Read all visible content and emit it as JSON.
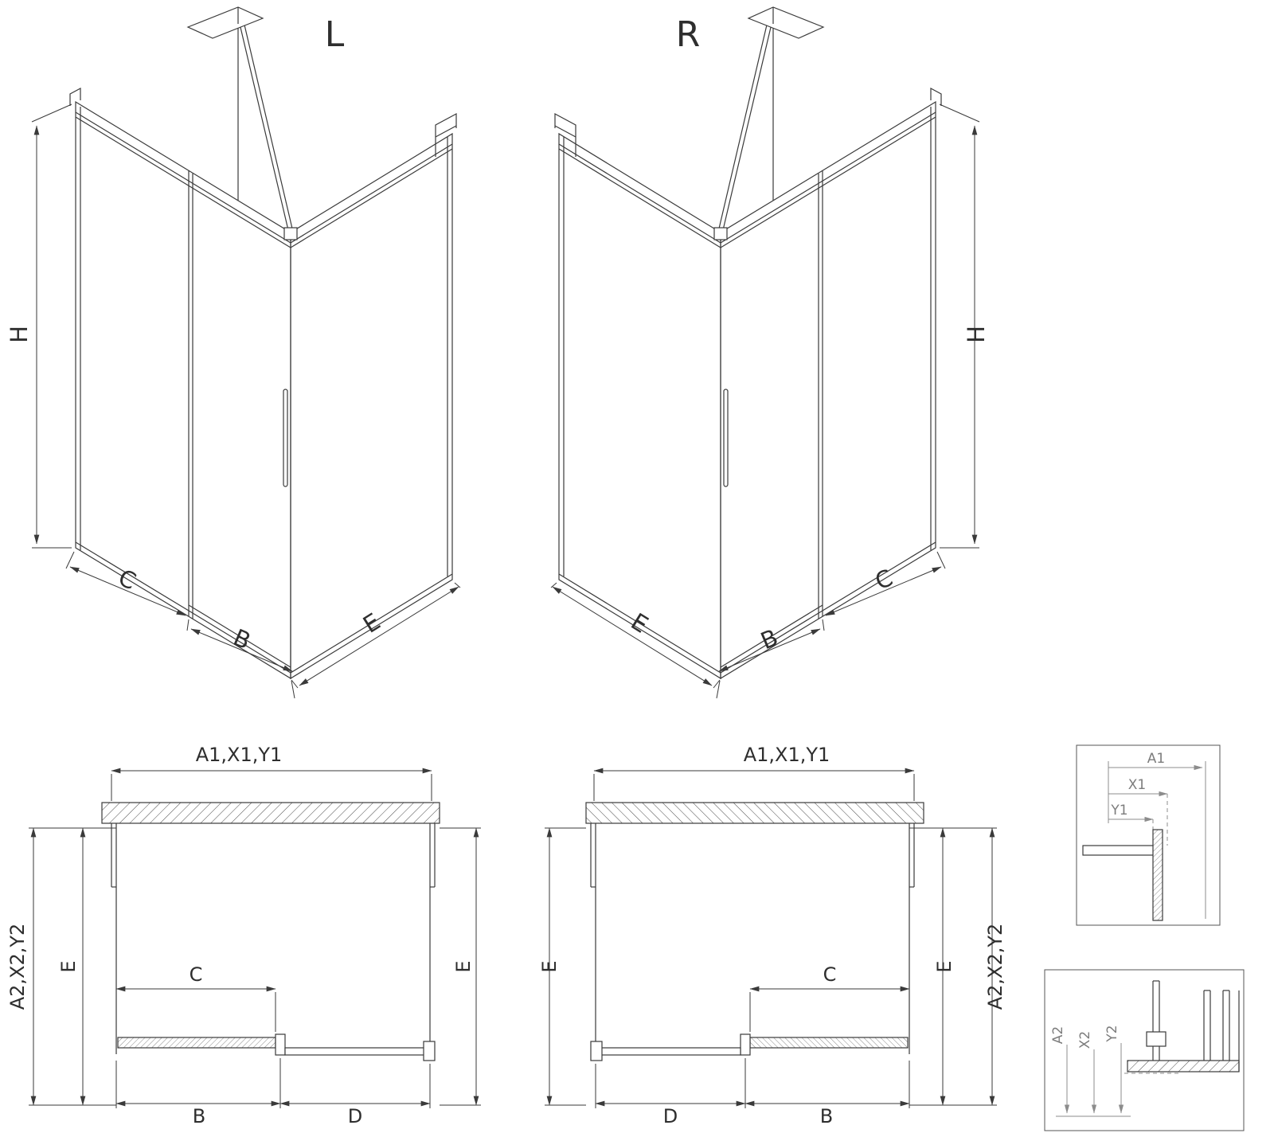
{
  "colors": {
    "background": "#ffffff",
    "line": "#3a3a3a",
    "detail_line": "#8c8c8c"
  },
  "iso_left": {
    "label": "L",
    "dim_height": "H",
    "dim_fixed_panel": "C",
    "dim_door": "B",
    "dim_side_panel": "E"
  },
  "iso_right": {
    "label": "R",
    "dim_height": "H",
    "dim_fixed_panel": "C",
    "dim_door": "B",
    "dim_side_panel": "E"
  },
  "plan_left": {
    "dim_width_top": "A1,X1,Y1",
    "dim_depth_outer": "A2,X2,Y2",
    "dim_depth_left": "E",
    "dim_depth_right": "E",
    "dim_opening": "C",
    "dim_door_bottom": "B",
    "dim_fixed_bottom": "D"
  },
  "plan_center": {
    "dim_width_top": "A1,X1,Y1",
    "dim_depth_outer": "A2,X2,Y2",
    "dim_depth_left": "E",
    "dim_depth_right": "E",
    "dim_opening": "C",
    "dim_door_bottom": "B",
    "dim_fixed_bottom": "D"
  },
  "detail_top": {
    "dim_a1": "A1",
    "dim_x1": "X1",
    "dim_y1": "Y1"
  },
  "detail_bottom": {
    "dim_a2": "A2",
    "dim_x2": "X2",
    "dim_y2": "Y2"
  }
}
